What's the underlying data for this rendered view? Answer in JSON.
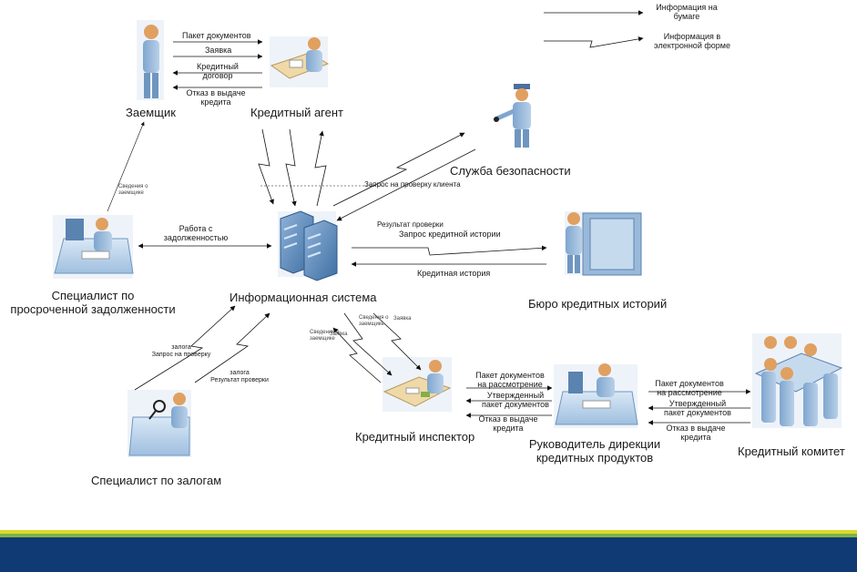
{
  "legend": {
    "paper": "Информация на\nбумаге",
    "electronic": "Информация в\nэлектронной форме"
  },
  "actors": {
    "borrower": "Заемщик",
    "credit_agent": "Кредитный агент",
    "security": "Служба безопасности",
    "info_system": "Информационная система",
    "credit_bureau": "Бюро кредитных историй",
    "overdue_specialist": "Специалист по\nпросроченной задолженности",
    "collateral_specialist": "Специалист по залогам",
    "credit_inspector": "Кредитный инспектор",
    "director": "Руководитель дирекции\nкредитных продуктов",
    "committee": "Кредитный комитет"
  },
  "flows": {
    "docs_package": "Пакет документов",
    "application": "Заявка",
    "credit_contract": "Кредитный\nдоговор",
    "refusal_borrower": "Отказ в выдаче\nкредита",
    "debt_work": "Работа с\nзадолженностью",
    "check_request": "Запрос на проверку клиента",
    "check_result": "Результат проверки",
    "history_request": "Запрос кредитной истории",
    "credit_history": "Кредитная история",
    "borrower_info": "Сведения о\nзаемщике",
    "collateral_request": "залога\nЗапрос на проверку",
    "collateral_result": "залога\nРезультат проверки",
    "borrower_info_2": "Сведения о\nзаемщике",
    "application_2": "Заявка",
    "inspector_to_director_docs": "Пакет документов\nна рассмотрение",
    "director_to_inspector_approved": "Утвержденный\nпакет документов",
    "director_to_inspector_refusal": "Отказ в выдаче\nкредита",
    "director_to_committee_docs": "Пакет документов\nна рассмотрение",
    "committee_to_director_approved": "Утвержденный\nпакет документов",
    "committee_to_director_refusal": "Отказ в выдаче\nкредита",
    "info_to_inspector": "Сведения о\nзаемщике",
    "inspector_app": "Заявка"
  },
  "colors": {
    "footer": "#0f3a73",
    "stripe_yellow": "#d9d92a",
    "stripe_green": "#7fb04a"
  }
}
